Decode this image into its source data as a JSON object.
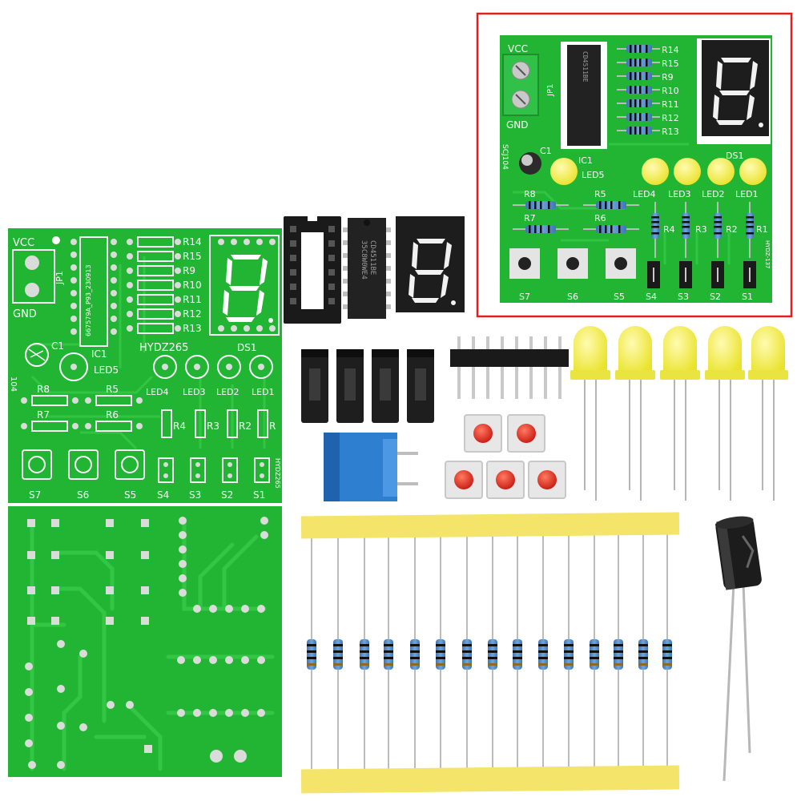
{
  "colors": {
    "pcb": "#22b533",
    "pcb_dark": "#179a27",
    "pcb_trace": "#2fcc40",
    "pad": "#d9dcd9",
    "silk": "#ffffff",
    "black": "#1a1a1a",
    "led_yellow": "#f2f03a",
    "button_red": "#e8241a",
    "terminal_blue": "#2f7fd0",
    "tape_yellow": "#f4e46a",
    "highlight_red": "#e02020"
  },
  "front_pcb": {
    "vcc": "VCC",
    "gnd": "GND",
    "jp1": "JP1",
    "c1": "C1",
    "cap_code": "104",
    "ic1": "IC1",
    "ic_vertical": "667579A_P93_230913",
    "resistor_right_labels": [
      "R14",
      "R15",
      "R9",
      "R10",
      "R11",
      "R12",
      "R13"
    ],
    "model": "HYDZ265",
    "ds1": "DS1",
    "led5": "LED5",
    "led_labels": [
      "LED4",
      "LED3",
      "LED2",
      "LED1"
    ],
    "left_res_labels": [
      "R8",
      "R7"
    ],
    "mid_res_labels": [
      "R5",
      "R6"
    ],
    "small_res_labels": [
      "R4",
      "R3",
      "R2",
      "R"
    ],
    "button_labels": [
      "S7",
      "S6",
      "S5"
    ],
    "switch_labels": [
      "S4",
      "S3",
      "S2",
      "S1"
    ],
    "edge_text": "HYDZ265"
  },
  "chip": {
    "line1": "35C8W0WE4",
    "line2": "CD4511BE"
  },
  "assembled_pcb": {
    "vcc": "VCC",
    "gnd": "GND",
    "jp1": "JP1",
    "c1": "C1",
    "cap_code": "SCJ104",
    "ic1": "IC1",
    "resistor_labels": [
      "R14",
      "R15",
      "R9",
      "R10",
      "R11",
      "R12",
      "R13"
    ],
    "ds1": "DS1",
    "led5": "LED5",
    "led_labels": [
      "LED4",
      "LED3",
      "LED2",
      "LED1"
    ],
    "left_res_labels": [
      "R8",
      "R7"
    ],
    "mid_res_labels": [
      "R5",
      "R6"
    ],
    "small_res_labels": [
      "R4",
      "R3",
      "R2",
      "R1"
    ],
    "button_labels": [
      "S7",
      "S6",
      "S5"
    ],
    "switch_labels": [
      "S4",
      "S3",
      "S2",
      "S1"
    ],
    "edge_text": "HYDZ-137"
  },
  "components": {
    "jumper_count": 4,
    "header_pin_count": 8,
    "tact_switch_count": 5,
    "yellow_led_count": 5,
    "resistor_count": 15
  }
}
